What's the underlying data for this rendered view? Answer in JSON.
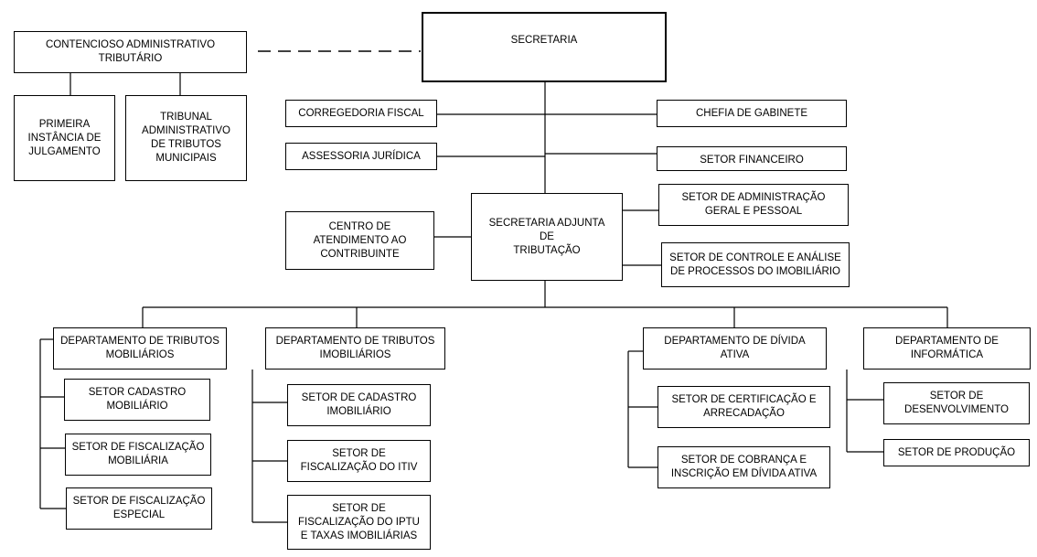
{
  "org_chart": {
    "secretaria": "SECRETARIA",
    "contencioso": "CONTENCIOSO ADMINISTRATIVO\nTRIBUTÁRIO",
    "primeira_instancia": "PRIMEIRA\nINSTÂNCIA DE\nJULGAMENTO",
    "tribunal": "TRIBUNAL\nADMINISTRATIVO\nDE TRIBUTOS\nMUNICIPAIS",
    "corregedoria": "CORREGEDORIA FISCAL",
    "chefia_gabinete": "CHEFIA DE GABINETE",
    "assessoria_juridica": "ASSESSORIA JURÍDICA",
    "setor_financeiro": "SETOR FINANCEIRO",
    "secretaria_adjunta": "SECRETARIA ADJUNTA\nDE\nTRIBUTAÇÃO",
    "centro_atendimento": "CENTRO DE\nATENDIMENTO AO\nCONTRIBUINTE",
    "setor_administracao": "SETOR DE ADMINISTRAÇÃO\nGERAL E PESSOAL",
    "setor_controle": "SETOR DE CONTROLE E ANÁLISE\nDE PROCESSOS DO IMOBILIÁRIO",
    "dept_mobiliarios": "DEPARTAMENTO DE TRIBUTOS\nMOBILIÁRIOS",
    "setor_cadastro_mobiliario": "SETOR CADASTRO\nMOBILIÁRIO",
    "setor_fiscalizacao_mobiliaria": "SETOR DE FISCALIZAÇÃO\nMOBILIÁRIA",
    "setor_fiscalizacao_especial": "SETOR DE FISCALIZAÇÃO\nESPECIAL",
    "dept_imobiliarios": "DEPARTAMENTO DE TRIBUTOS\nIMOBILIÁRIOS",
    "setor_cadastro_imobiliario": "SETOR DE CADASTRO\nIMOBILIÁRIO",
    "setor_fiscalizacao_itiv": "SETOR DE\nFISCALIZAÇÃO DO ITIV",
    "setor_fiscalizacao_iptu": "SETOR DE\nFISCALIZAÇÃO DO IPTU\nE TAXAS IMOBILIÁRIAS",
    "dept_divida_ativa": "DEPARTAMENTO DE DÍVIDA\nATIVA",
    "setor_certificacao": "SETOR DE CERTIFICAÇÃO  E\nARRECADAÇÃO",
    "setor_cobranca": "SETOR DE COBRANÇA E\nINSCRIÇÃO EM DÍVIDA ATIVA",
    "dept_informatica": "DEPARTAMENTO DE\nINFORMÁTICA",
    "setor_desenvolvimento": "SETOR DE\nDESENVOLVIMENTO",
    "setor_producao": "SETOR DE PRODUÇÃO"
  }
}
